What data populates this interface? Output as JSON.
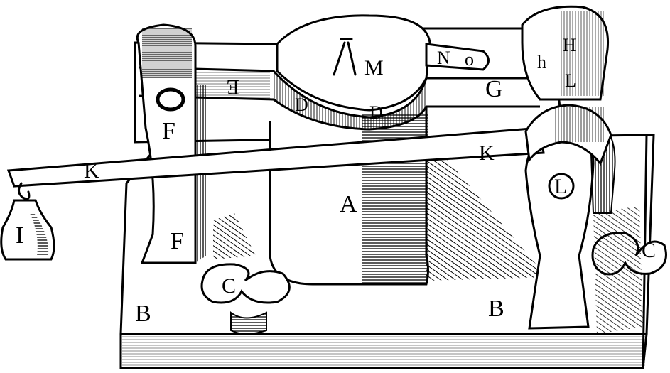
{
  "labels": {
    "A": "A",
    "B_left": "B",
    "B_right": "B",
    "C_left": "C",
    "C_right": "C",
    "D_left": "D",
    "D_right": "D",
    "E": "E",
    "F_upper": "F",
    "F_lower": "F",
    "G": "G",
    "H": "H",
    "h": "h",
    "I": "I",
    "K_left": "K",
    "K_right": "K",
    "L_upper": "L",
    "L_lower": "L",
    "M": "M",
    "N": "N",
    "o": "o"
  }
}
